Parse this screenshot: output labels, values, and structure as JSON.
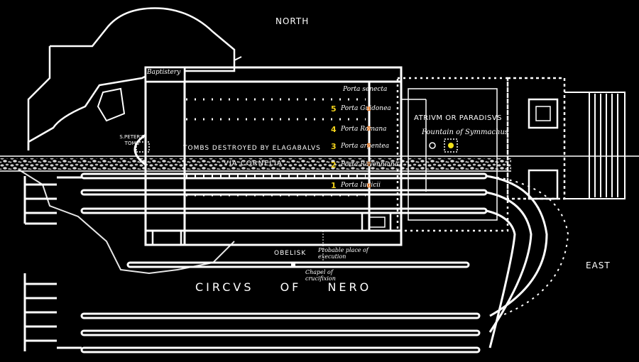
{
  "labels": {
    "north": "NORTH",
    "east": "EAST",
    "baptistery": "Baptistery",
    "st_peters_tomb": "S.PETER'S TOMB",
    "tombs_destroyed": "TOMBS DESTROYED BY ELAGABALVS",
    "via_cornelia": "VIA CORNELIA",
    "atrium": "ATRIVM OR PARADISVS",
    "fountain": "Fountain of Symmachus",
    "obelisk": "OBELISK",
    "probable_place": "Probable place of execution",
    "chapel": "Chapel of crucifixion",
    "circus": "CIRCVS OF NERO"
  },
  "doors": [
    {
      "number": "",
      "name": "Porta senecta"
    },
    {
      "number": "5",
      "name": "Porta Guidonea"
    },
    {
      "number": "4",
      "name": "Porta Romana"
    },
    {
      "number": "3",
      "name": "Porta argentea"
    },
    {
      "number": "2",
      "name": "Porta Ravenniana"
    },
    {
      "number": "1",
      "name": "Porta Iudicii"
    }
  ],
  "colors": {
    "background": "#000000",
    "lines": "#ffffff",
    "door_numbers": "#f2d21b",
    "door_marks": "#e0701a",
    "fountain": "#f2e21b"
  }
}
